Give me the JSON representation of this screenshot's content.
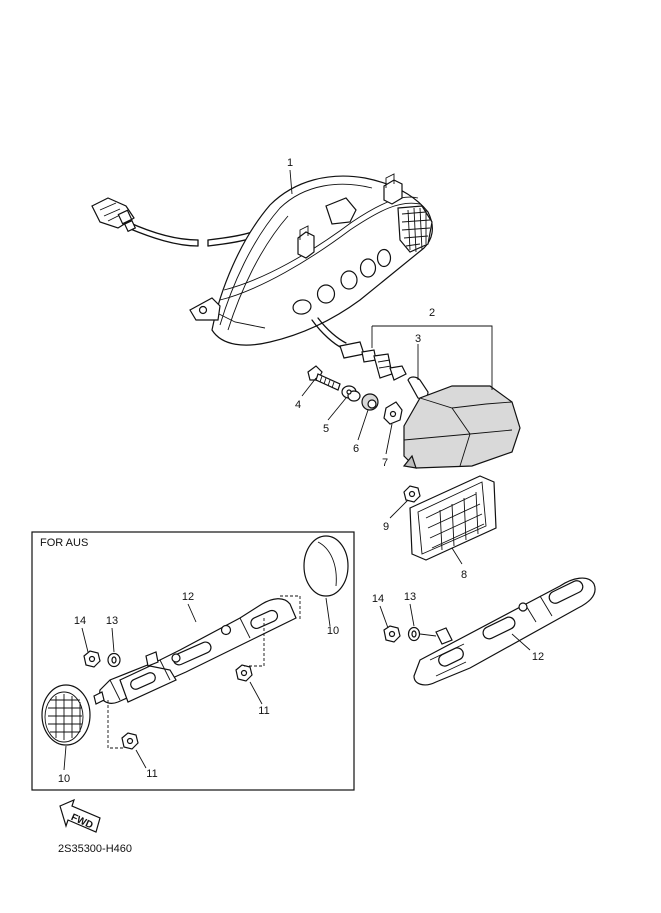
{
  "diagram": {
    "drawing_code": "2S35300-H460",
    "inset_title": "FOR AUS",
    "fwd_label": "FWD",
    "callouts": {
      "c1": "1",
      "c2": "2",
      "c3": "3",
      "c4": "4",
      "c5": "5",
      "c6": "6",
      "c7": "7",
      "c8": "8",
      "c9": "9",
      "c12_main": "12",
      "c13_main": "13",
      "c14_main": "14",
      "c10_right": "10",
      "c10_left": "10",
      "c11_upper": "11",
      "c11_lower": "11",
      "c12_inset": "12",
      "c13_inset": "13",
      "c14_inset": "14"
    }
  }
}
